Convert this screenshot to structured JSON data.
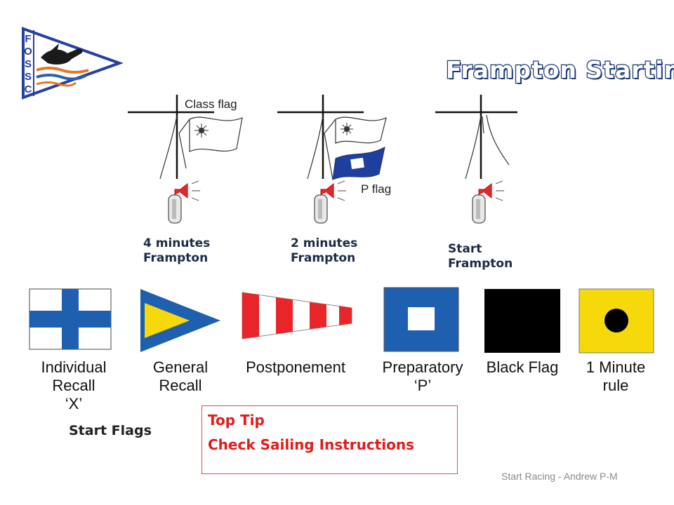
{
  "logo": {
    "letters": [
      "F",
      "O",
      "S",
      "S",
      "C"
    ],
    "colors": {
      "border": "#2540a0",
      "orange": "#e87722",
      "blue": "#2d5fb0"
    }
  },
  "title": "Frampton Starting",
  "diagrams": [
    {
      "mast_label": "Class flag",
      "extra_flag_label": "",
      "time_line1": "4 minutes",
      "time_line2": "Frampton"
    },
    {
      "mast_label": "",
      "extra_flag_label": "P flag",
      "time_line1": "2 minutes",
      "time_line2": "Frampton"
    },
    {
      "mast_label": "",
      "extra_flag_label": "",
      "time_line1": "Start",
      "time_line2": "Frampton"
    }
  ],
  "flags": [
    {
      "name": "individual-recall",
      "caption_lines": [
        "Individual",
        "Recall",
        "‘X’"
      ]
    },
    {
      "name": "general-recall",
      "caption_lines": [
        "General",
        "Recall"
      ]
    },
    {
      "name": "postponement",
      "caption_lines": [
        "Postponement"
      ]
    },
    {
      "name": "preparatory",
      "caption_lines": [
        "Preparatory",
        "‘P’"
      ]
    },
    {
      "name": "black-flag",
      "caption_lines": [
        "Black Flag"
      ]
    },
    {
      "name": "one-minute",
      "caption_lines": [
        "1 Minute",
        "rule"
      ]
    }
  ],
  "start_flags_label": "Start Flags",
  "tip": {
    "heading": "Top Tip",
    "text": "Check Sailing Instructions"
  },
  "footer": "Start Racing - Andrew P-M",
  "colors": {
    "flag_blue": "#1f5fb0",
    "flag_red": "#e8262a",
    "flag_yellow": "#f5d90a",
    "title_outline": "#1c3a78",
    "tip_red": "#e21b1b"
  }
}
